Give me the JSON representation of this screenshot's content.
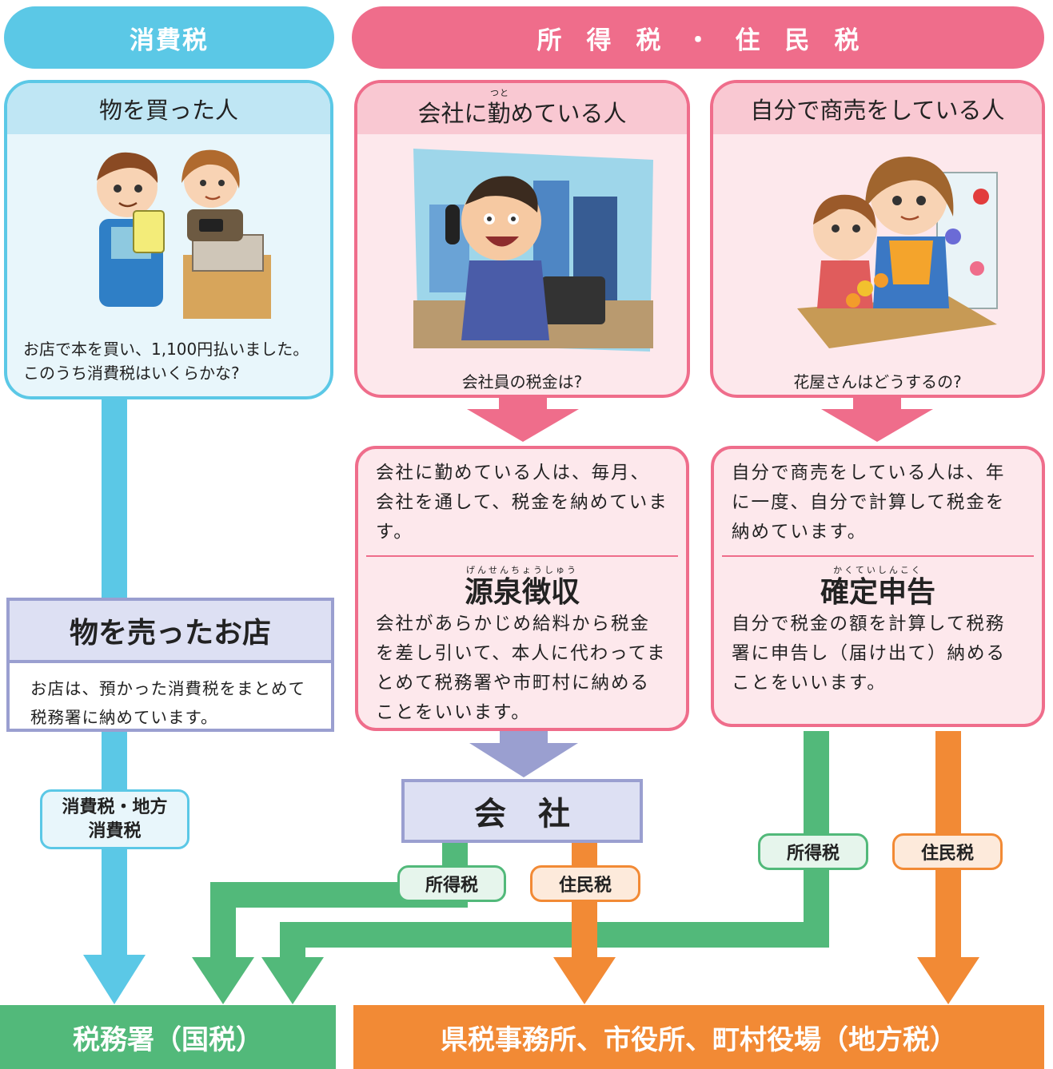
{
  "headers": {
    "consumption_tax": "消費税",
    "income_resident_tax": "所　得　税　・　住　民　税"
  },
  "buyer": {
    "title": "物を買った人",
    "caption": "お店で本を買い、1,100円払いました。このうち消費税はいくらかな?"
  },
  "employee": {
    "title": "会社に勤めている人",
    "ruby": "つと",
    "caption": "会社員の税金は?"
  },
  "merchant": {
    "title": "自分で商売をしている人",
    "caption": "花屋さんはどうするの?"
  },
  "withholding": {
    "intro": "会社に勤めている人は、毎月、会社を通して、税金を納めています。",
    "term_ruby": "げんせんちょうしゅう",
    "term": "源泉徴収",
    "desc": "会社があらかじめ給料から税金を差し引いて、本人に代わってまとめて税務署や市町村に納めることをいいます。"
  },
  "final_return": {
    "intro": "自分で商売をしている人は、年に一度、自分で計算して税金を納めています。",
    "term_ruby": "かくていしんこく",
    "term": "確定申告",
    "desc": "自分で税金の額を計算して税務署に申告し（届け出て）納めることをいいます。"
  },
  "shop": {
    "title": "物を売ったお店",
    "desc": "お店は、預かった消費税をまとめて税務署に納めています。"
  },
  "company": {
    "title": "会　社"
  },
  "tags": {
    "consumption": "消費税・地方消費税",
    "income_company": "所得税",
    "resident_company": "住民税",
    "income_merchant": "所得税",
    "resident_merchant": "住民税"
  },
  "footers": {
    "national": "税務署（国税）",
    "local": "県税事務所、市役所、町村役場（地方税）"
  },
  "colors": {
    "blue": "#5bc8e6",
    "pink": "#ef6d8b",
    "lavender": "#9a9fd0",
    "green": "#52b97a",
    "orange": "#f28a35"
  }
}
